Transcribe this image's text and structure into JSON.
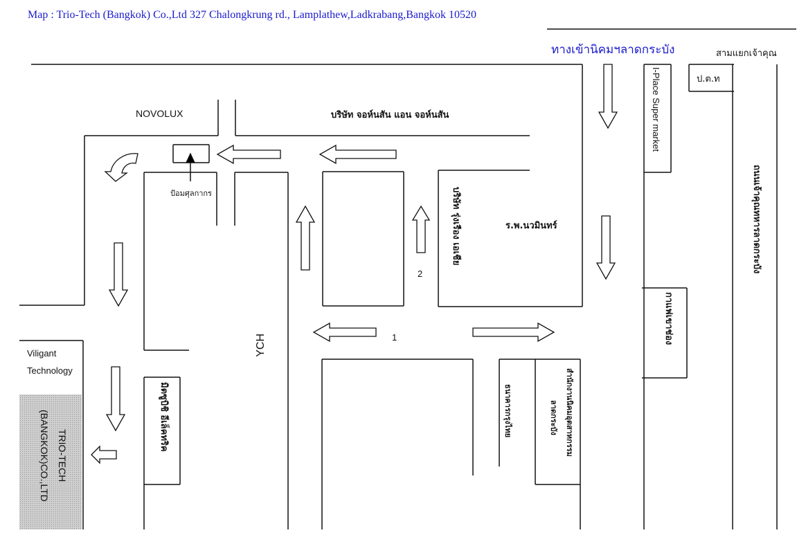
{
  "title": "Map : Trio-Tech (Bangkok) Co.,Ltd  327 Chalongkrung rd., Lamplathew,Ladkrabang,Bangkok 10520",
  "labels": {
    "estate_entrance": "ทางเข้านิคมฯลาดกระบัง",
    "junction": "สามแยกเจ้าคุณ",
    "ptt": "ป.ต.ท",
    "iplace": "I-Place Super market",
    "novolux": "NOVOLUX",
    "johnson": "บริษัท จอห์นสัน แอน จอห์นสัน",
    "customs": "ป้อมศุลกากร",
    "hospital": "ร.พ.นวมินทร์",
    "company_block": "บริษัท รุ่งเรือง เอเชีย",
    "ych": "YCH",
    "point1": "1",
    "point2": "2",
    "viligant_1": "Viligant",
    "viligant_2": "Technology",
    "triotech_1": "TRIO-TECH",
    "triotech_2": "(BANGKOK)CO.,LTD",
    "mitsubishi": "มิตซูบิชิ อีเล็คทริค",
    "bank": "ธนาคารกรุงไทย",
    "estate_office_1": "สำนักงานนิคมอุตสาหกรรม",
    "estate_office_2": "ลาดกระบัง",
    "coffee": "กาแฟเขาช่อง",
    "road": "ถนนเจ้าคุณทหารลาดกระบัง"
  },
  "colors": {
    "title": "#1a1acc",
    "line": "#111111",
    "highlight": "#cfcfcf"
  }
}
